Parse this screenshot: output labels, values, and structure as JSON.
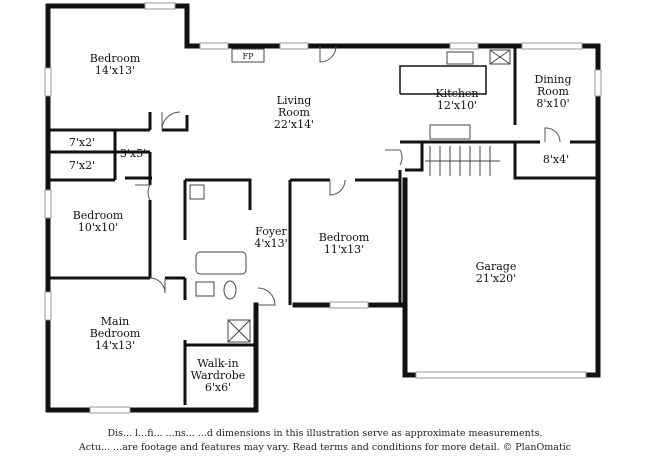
{
  "rooms": {
    "bedroom_nw": {
      "name": "Bedroom",
      "size": "14'x13'"
    },
    "closet_a": {
      "size": "7'x2'"
    },
    "closet_b": {
      "size": "7'x2'"
    },
    "closet_c": {
      "size": "3'x5'"
    },
    "bedroom_w": {
      "name": "Bedroom",
      "size": "10'x10'"
    },
    "main_bedroom": {
      "name_line1": "Main",
      "name_line2": "Bedroom",
      "size": "14'x13'"
    },
    "walkin": {
      "name_line1": "Walk-in",
      "name_line2": "Wardrobe",
      "size": "6'x6'"
    },
    "living": {
      "name": "Living",
      "name_line2": "Room",
      "size": "22'x14'"
    },
    "fireplace": {
      "label": "FP"
    },
    "foyer": {
      "name": "Foyer",
      "size": "4'x13'"
    },
    "bedroom_c": {
      "name": "Bedroom",
      "size": "11'x13'"
    },
    "kitchen": {
      "name": "Kitchen",
      "size": "12'x10'"
    },
    "dining": {
      "name_line1": "Dining",
      "name_line2": "Room",
      "size": "8'x10'"
    },
    "nook": {
      "size": "8'x4'"
    },
    "garage": {
      "name": "Garage",
      "size": "21'x20'"
    }
  },
  "disclaimer": {
    "line1": "Dis... l...fi... ...ns... ...d dimensions in this illustration serve as approximate measurements.",
    "line2": "Actu... ...are footage and features may vary. Read terms and conditions for more detail. © PlanOmatic"
  },
  "colors": {
    "wall": "#111111",
    "thin": "#666666",
    "window": "#bbbbbb"
  }
}
